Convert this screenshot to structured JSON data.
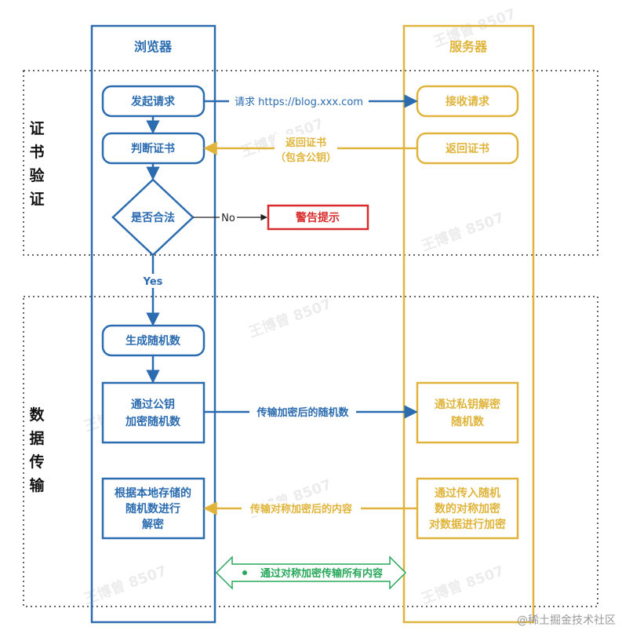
{
  "lanes": {
    "browser": "浏览器",
    "server": "服务器"
  },
  "phases": {
    "cert": [
      "证",
      "书",
      "验",
      "证"
    ],
    "data": [
      "数",
      "据",
      "传",
      "输"
    ]
  },
  "nodes": {
    "send_request": "发起请求",
    "judge_cert": "判断证书",
    "is_legal": "是否合法",
    "warning": "警告提示",
    "gen_random": "生成随机数",
    "encrypt_random": [
      "通过公钥",
      "加密随机数"
    ],
    "decrypt_content": [
      "根据本地存储的",
      "随机数进行",
      "解密"
    ],
    "receive_request": "接收请求",
    "return_cert": "返回证书",
    "decrypt_random": [
      "通过私钥解密",
      "随机数"
    ],
    "encrypt_content": [
      "通过传入随机",
      "数的对称加密",
      "对数据进行加密"
    ]
  },
  "edges": {
    "request": "请求 https://blog.xxx.com",
    "return_cert": [
      "返回证书",
      "（包含公钥）"
    ],
    "no": "No",
    "yes": "Yes",
    "send_encrypted": "传输加密后的随机数",
    "send_sym": "传输对称加密后的内容",
    "all_sym": "通过对称加密传输所有内容"
  },
  "watermark": {
    "author": "王博曾 8507",
    "credit": "@稀土掘金技术社区"
  },
  "colors": {
    "blue": "#2b6cb0",
    "gold": "#e0b43a",
    "red": "#d92b2b",
    "green": "#27a85a",
    "dotted": "#333333"
  }
}
